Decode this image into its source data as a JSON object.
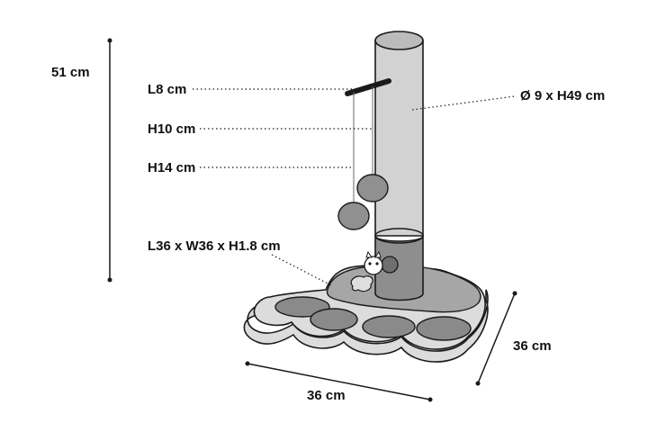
{
  "labels": {
    "total_height": "51 cm",
    "toy_bar": "L8 cm",
    "string_short": "H10 cm",
    "string_long": "H14 cm",
    "post": "Ø 9 x H49 cm",
    "base": "L36 x W36 x H1.8 cm",
    "depth": "36 cm",
    "width": "36 cm"
  },
  "colors": {
    "post": "#d2d2d2",
    "post_bottom": "#8e8e8e",
    "base_top": "#a6a6a6",
    "base_rim": "#dcdcdc",
    "paw_holes": "#8a8a8a",
    "balls": "#909090",
    "outline": "#1a1a1a"
  }
}
